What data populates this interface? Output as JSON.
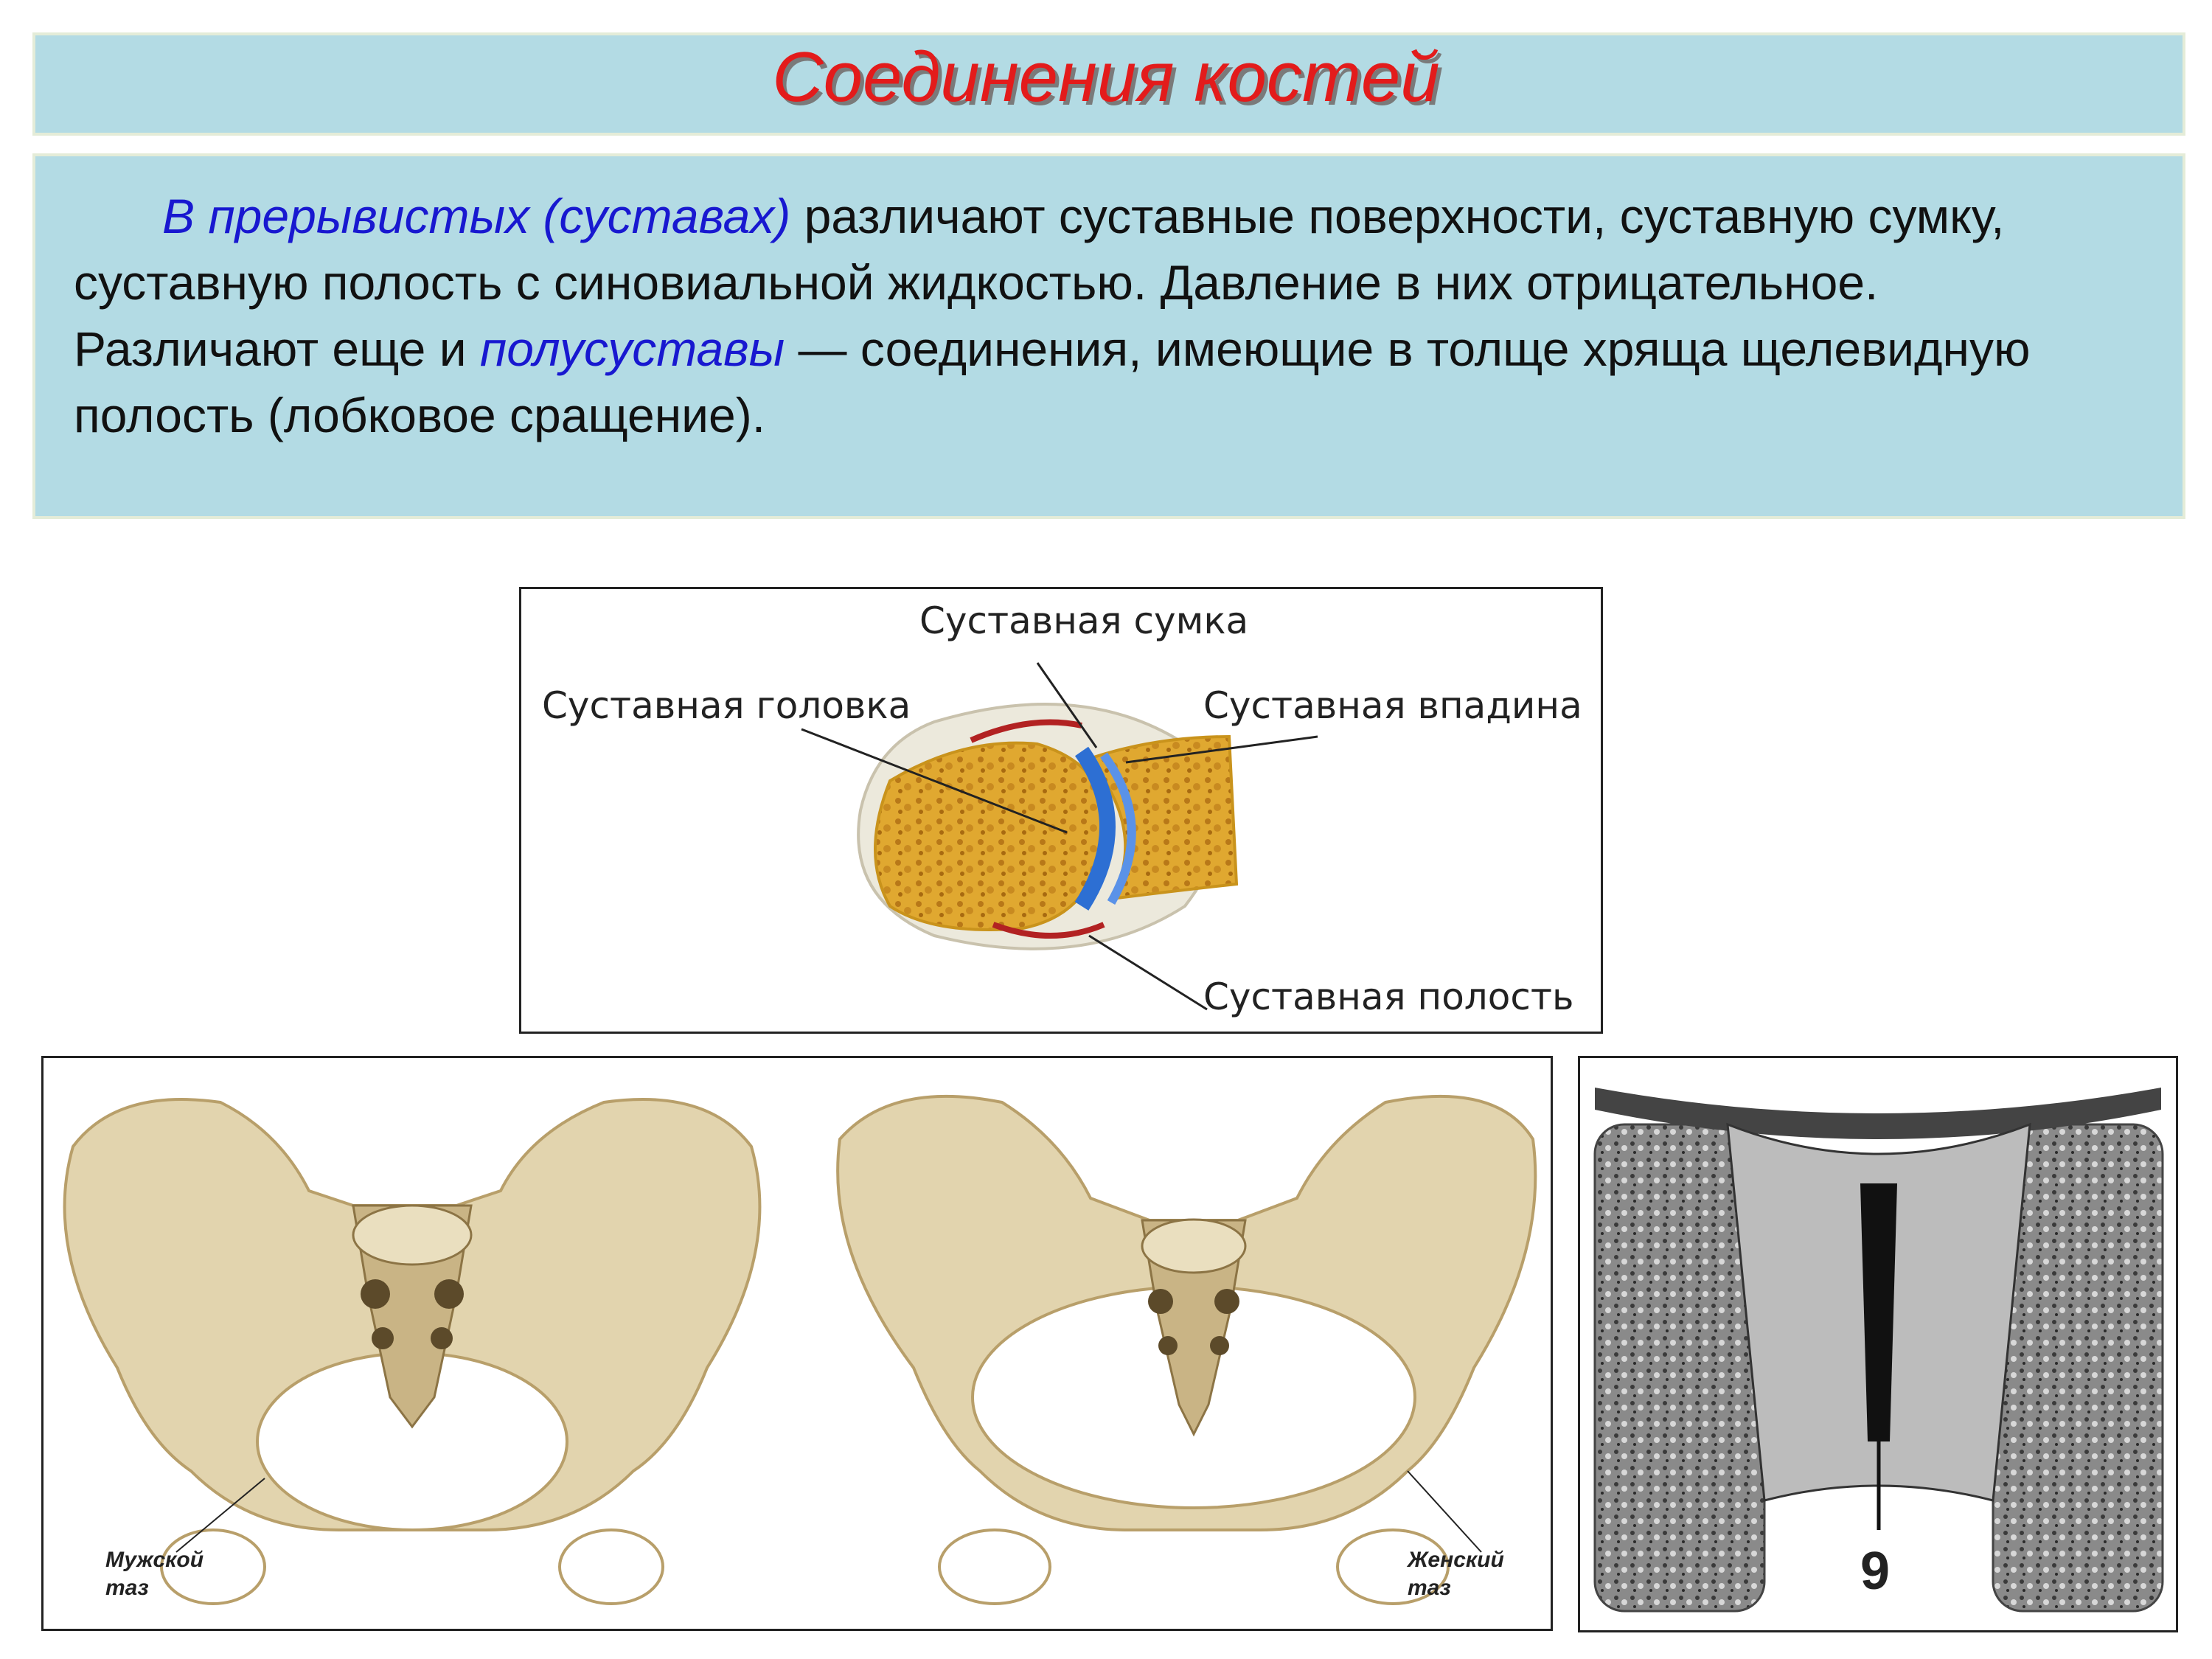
{
  "header": {
    "title": "Соединения костей"
  },
  "text": {
    "part1": "В прерывистых (суставах)",
    "part2": " различают суставные поверхности, суставную сумку, суставную полость с синовиальной жидкостью. Давление в них отрицательное. Различают еще и ",
    "part3": "полусуставы",
    "part4": " — соединения, имеющие в толще хряща щелевидную полость (лобковое сращение)."
  },
  "joint_figure": {
    "label_capsule": "Суставная сумка",
    "label_head": "Суставная головка",
    "label_socket": "Суставная впадина",
    "label_cavity": "Суставная полость"
  },
  "pelvis_figure": {
    "label_male": [
      "Мужской",
      "таз"
    ],
    "label_female": [
      "Женский",
      "таз"
    ]
  },
  "symphysis_figure": {
    "number": "9"
  },
  "colors": {
    "title": "#e31b1b",
    "accent_text": "#1818d0",
    "panel": "#b3dbe4",
    "bone": "#e2d4ae"
  }
}
